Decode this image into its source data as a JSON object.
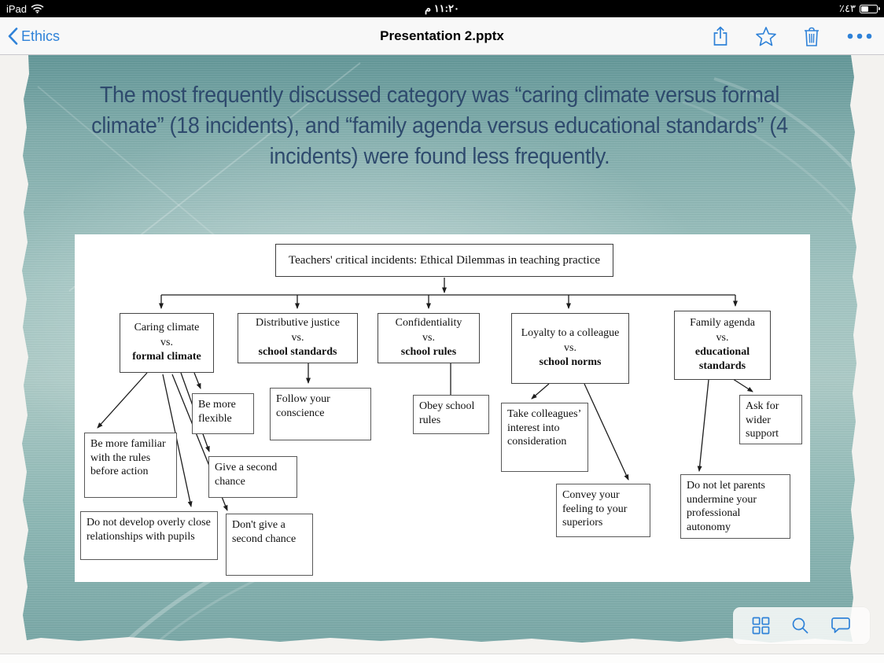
{
  "status_bar": {
    "device": "iPad",
    "time": "م ١١:٢٠",
    "battery_percent": "٪٤٣"
  },
  "nav_bar": {
    "back_label": "Ethics",
    "title": "Presentation 2.pptx",
    "icons": [
      "share-icon",
      "star-icon",
      "trash-icon",
      "more-icon"
    ]
  },
  "slide": {
    "headline": "The most frequently discussed category was “caring climate versus formal climate” (18 incidents), and “family agenda versus educational standards” (4 incidents) were found less frequently."
  },
  "diagram": {
    "root_label": "Teachers' critical incidents: Ethical Dilemmas in teaching practice",
    "categories": [
      {
        "name": "Caring climate",
        "versus": "vs.",
        "alt": "formal climate"
      },
      {
        "name": "Distributive justice",
        "versus": "vs.",
        "alt": "school standards"
      },
      {
        "name": "Confidentiality",
        "versus": "vs.",
        "alt": "school rules"
      },
      {
        "name": "Loyalty to a colleague",
        "versus": "vs.",
        "alt": "school norms"
      },
      {
        "name": "Family agenda",
        "versus": "vs.",
        "alt": "educational standards"
      }
    ],
    "outcomes": {
      "be_more_flexible": "Be more flexible",
      "follow_conscience": "Follow your conscience",
      "obey_school_rules": "Obey school rules",
      "take_colleagues": "Take colleagues’ interest into consideration",
      "ask_wider_support": "Ask for wider support",
      "be_familiar": "Be more familiar with the rules before action",
      "give_second_chance": "Give a second chance",
      "convey_feeling": "Convey your feeling to your superiors",
      "no_parents_undermine": "Do not let parents undermine your professional autonomy",
      "no_close_relationships": "Do not develop overly close relationships with pupils",
      "dont_give_second_chance": "Don't give a second chance"
    }
  },
  "toolbar": {
    "icons": [
      "thumbnails-grid-icon",
      "search-icon",
      "comment-bubble-icon"
    ]
  },
  "colors": {
    "accent_blue": "#2f82d8",
    "slide_teal": "#8db7b4",
    "headline_navy": "#2e4a6d"
  }
}
